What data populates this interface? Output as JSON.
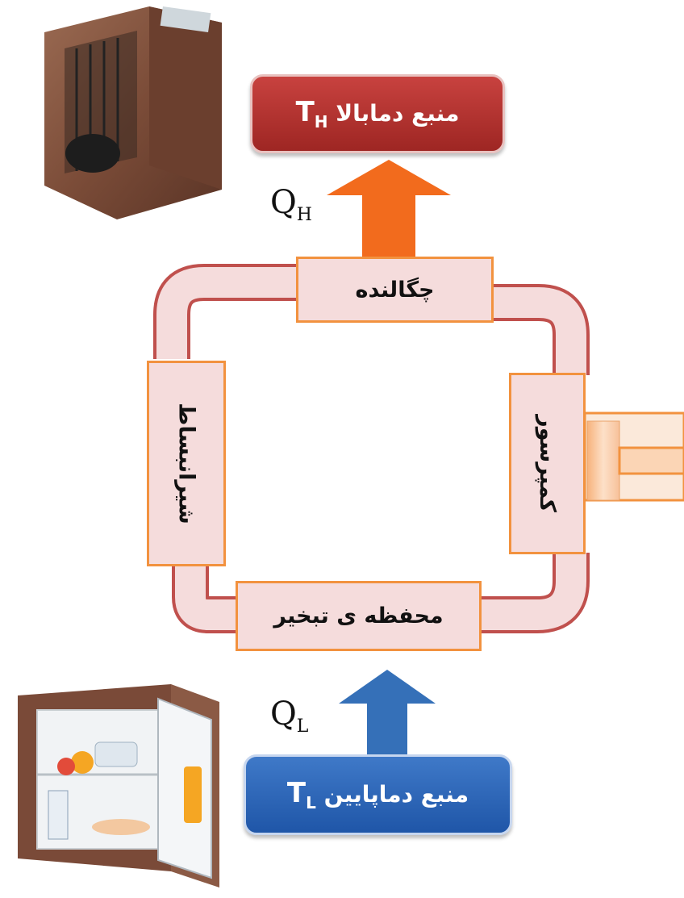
{
  "sources": {
    "hot": {
      "label": "منبع دمابالا",
      "symbol": "T",
      "subscript": "H",
      "color": "#b5302d"
    },
    "cold": {
      "label": "منبع دماپایین",
      "symbol": "T",
      "subscript": "L",
      "color": "#2f68b8"
    }
  },
  "heat": {
    "rejected": {
      "symbol": "Q",
      "subscript": "H",
      "arrow_color": "#f26b1d"
    },
    "absorbed": {
      "symbol": "Q",
      "subscript": "L",
      "arrow_color": "#3570b8"
    }
  },
  "components": {
    "condenser": "چگالنده",
    "evaporator": "محفظه ی تبخیر",
    "expansion_valve": "شیرانبساط",
    "compressor": "کمپرسور"
  },
  "colors": {
    "pipe_fill": "#f5dcdc",
    "pipe_border": "#c0504d",
    "component_border": "#f2923f",
    "piston": "#fbd5b5"
  }
}
